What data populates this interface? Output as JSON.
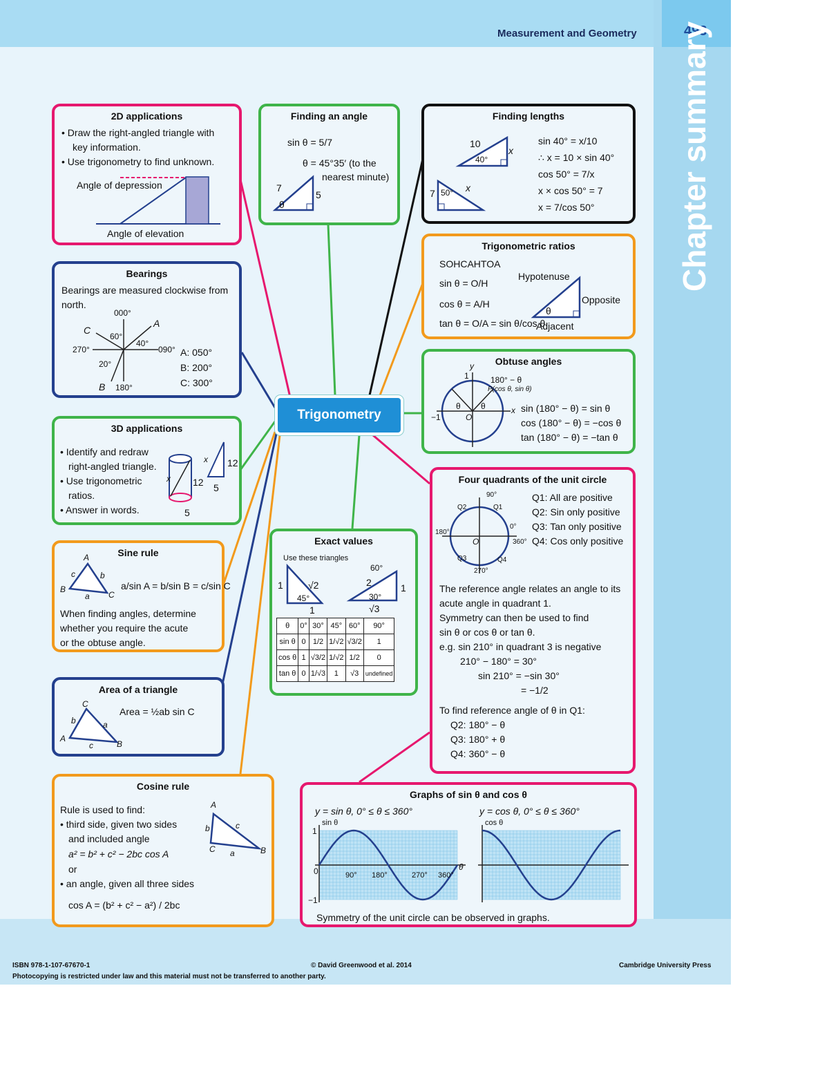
{
  "header": {
    "section": "Measurement and Geometry",
    "page_number": "493",
    "sidebar_title": "Chapter summary"
  },
  "center": {
    "title": "Trigonometry"
  },
  "box_2d": {
    "title": "2D applications",
    "b1": "• Draw the right-angled triangle with",
    "b1b": "key information.",
    "b2": "• Use trigonometry to find unknown.",
    "depression": "Angle of depression",
    "elevation": "Angle of elevation"
  },
  "box_angle": {
    "title": "Finding an angle",
    "l1": "sin θ = 5/7",
    "l2": "θ = 45°35′ (to the",
    "l3": "nearest minute)",
    "s7": "7",
    "s5": "5",
    "theta": "θ"
  },
  "box_lengths": {
    "title": "Finding lengths",
    "l1": "sin 40° = x/10",
    "l2": "∴ x = 10 × sin 40°",
    "l3": "cos 50° = 7/x",
    "l4": "x × cos 50° = 7",
    "l5": "x = 7/cos 50°",
    "t10": "10",
    "t40": "40°",
    "tx": "x",
    "t7": "7",
    "t50": "50°",
    "tx2": "x"
  },
  "box_ratios": {
    "title": "Trigonometric ratios",
    "soh": "SOHCAHTOA",
    "sin": "sin θ = O/H",
    "cos": "cos θ = A/H",
    "tan": "tan θ = O/A = sin θ/cos θ",
    "hyp": "Hypotenuse",
    "opp": "Opposite",
    "adj": "Adjacent",
    "theta": "θ"
  },
  "box_bearings": {
    "title": "Bearings",
    "l1": "Bearings are measured clockwise from",
    "l2": "north.",
    "n": "000°",
    "e": "090°",
    "s": "180°",
    "w": "270°",
    "a": "A: 050°",
    "bb": "B: 200°",
    "c": "C: 300°",
    "la": "A",
    "lb": "B",
    "lc": "C",
    "a60": "60°",
    "a40": "40°",
    "a20": "20°"
  },
  "box_obtuse": {
    "title": "Obtuse angles",
    "l1": "sin (180° − θ) = sin θ",
    "l2": "cos (180° − θ) = −cos θ",
    "l3": "tan (180° − θ) = −tan θ",
    "p": "P(cos θ, sin θ)",
    "ang": "180° − θ",
    "o": "O",
    "one": "1",
    "m1": "−1",
    "x": "x",
    "y": "y",
    "th": "θ",
    "th2": "θ"
  },
  "box_3d": {
    "title": "3D applications",
    "b1": "• Identify and redraw",
    "b1b": "right-angled triangle.",
    "b2": "• Use trigonometric",
    "b2b": "ratios.",
    "b3": "• Answer in words.",
    "n12a": "12",
    "n12b": "12",
    "n5a": "5",
    "n5b": "5",
    "x1": "x",
    "x2": "x"
  },
  "box_quad": {
    "title": "Four quadrants of the unit circle",
    "q1": "Q1: All are positive",
    "q2": "Q2: Sin only positive",
    "q3": "Q3: Tan only positive",
    "q4": "Q4: Cos only positive",
    "d90": "90°",
    "d180": "180°",
    "d270": "270°",
    "d0": "0°",
    "d360": "360°",
    "lq1": "Q1",
    "lq2": "Q2",
    "lq3": "Q3",
    "lq4": "Q4",
    "o": "O",
    "p1": "The reference angle relates an angle to its",
    "p2": "acute angle in quadrant 1.",
    "p3": "Symmetry can then be used to find",
    "p4": "sin θ or cos θ or tan θ.",
    "p5": "e.g. sin 210° in quadrant 3 is negative",
    "p6": "210° − 180° = 30°",
    "p7": "sin 210° = −sin 30°",
    "p8": "= −1/2",
    "p9": "To find reference angle of θ in Q1:",
    "p10": "Q2: 180° − θ",
    "p11": "Q3: 180° + θ",
    "p12": "Q4: 360° − θ"
  },
  "box_sine": {
    "title": "Sine rule",
    "formula": "a/sin A = b/sin B = c/sin C",
    "l1": "When finding angles, determine",
    "l2": "whether you require the acute",
    "l3": "or the obtuse angle.",
    "A": "A",
    "B": "B",
    "C": "C",
    "a": "a",
    "b": "b",
    "c": "c"
  },
  "box_exact": {
    "title": "Exact values",
    "sub": "Use these triangles",
    "r2": "√2",
    "one1": "1",
    "one2": "1",
    "one3": "1",
    "a45": "45°",
    "a60": "60°",
    "a30": "30°",
    "two": "2",
    "r3": "√3",
    "table": [
      [
        "θ",
        "0°",
        "30°",
        "45°",
        "60°",
        "90°"
      ],
      [
        "sin θ",
        "0",
        "1/2",
        "1/√2",
        "√3/2",
        "1"
      ],
      [
        "cos θ",
        "1",
        "√3/2",
        "1/√2",
        "1/2",
        "0"
      ],
      [
        "tan θ",
        "0",
        "1/√3",
        "1",
        "√3",
        "undefined"
      ]
    ]
  },
  "box_area": {
    "title": "Area of a triangle",
    "formula": "Area = ½ab sin C",
    "A": "A",
    "B": "B",
    "C": "C",
    "a": "a",
    "b": "b",
    "c": "c"
  },
  "box_cosine": {
    "title": "Cosine rule",
    "l1": "Rule is used to find:",
    "l2": "• third side, given two sides",
    "l3": "and included angle",
    "l4": "a² = b² + c² − 2bc cos A",
    "l5": "or",
    "l6": "• an angle, given all three sides",
    "l7": "cos A = (b² + c² − a²) / 2bc",
    "A": "A",
    "B": "B",
    "C": "C",
    "a": "a",
    "b": "b",
    "c": "c"
  },
  "box_graphs": {
    "title": "Graphs of sin θ and cos θ",
    "left": "y = sin θ, 0° ≤ θ ≤ 360°",
    "right": "y = cos θ, 0° ≤ θ ≤ 360°",
    "ylab1": "sin θ",
    "ylab2": "cos θ",
    "t90": "90°",
    "t180": "180°",
    "t270": "270°",
    "t360": "360°",
    "one": "1",
    "m1": "−1",
    "zero": "0",
    "th": "θ",
    "note": "Symmetry of the unit circle can be observed in graphs."
  },
  "footer": {
    "isbn": "ISBN 978-1-107-67670-1",
    "copy": "© David Greenwood et al. 2014",
    "pub": "Cambridge University Press",
    "note": "Photocopying is restricted under law and this material must not be transferred to another party."
  },
  "colors": {
    "pink": "#e6186e",
    "green": "#3fb449",
    "black": "#111111",
    "orange": "#f29a1c",
    "navy": "#24408e",
    "blue": "#1f8fd6",
    "sidebar": "#a6d8f0"
  }
}
